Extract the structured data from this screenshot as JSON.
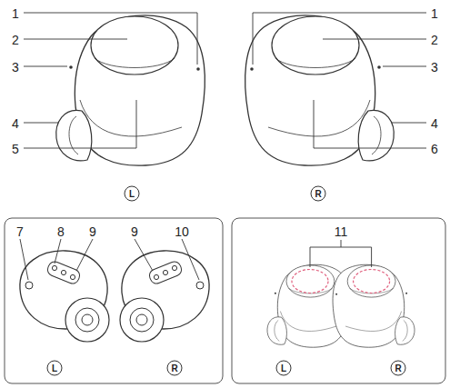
{
  "diagram": {
    "labels": [
      "1",
      "2",
      "3",
      "4",
      "5",
      "L",
      "1",
      "2",
      "3",
      "4",
      "6",
      "R",
      "7",
      "8",
      "9",
      "9",
      "10",
      "L",
      "R",
      "11",
      "L",
      "R"
    ]
  }
}
